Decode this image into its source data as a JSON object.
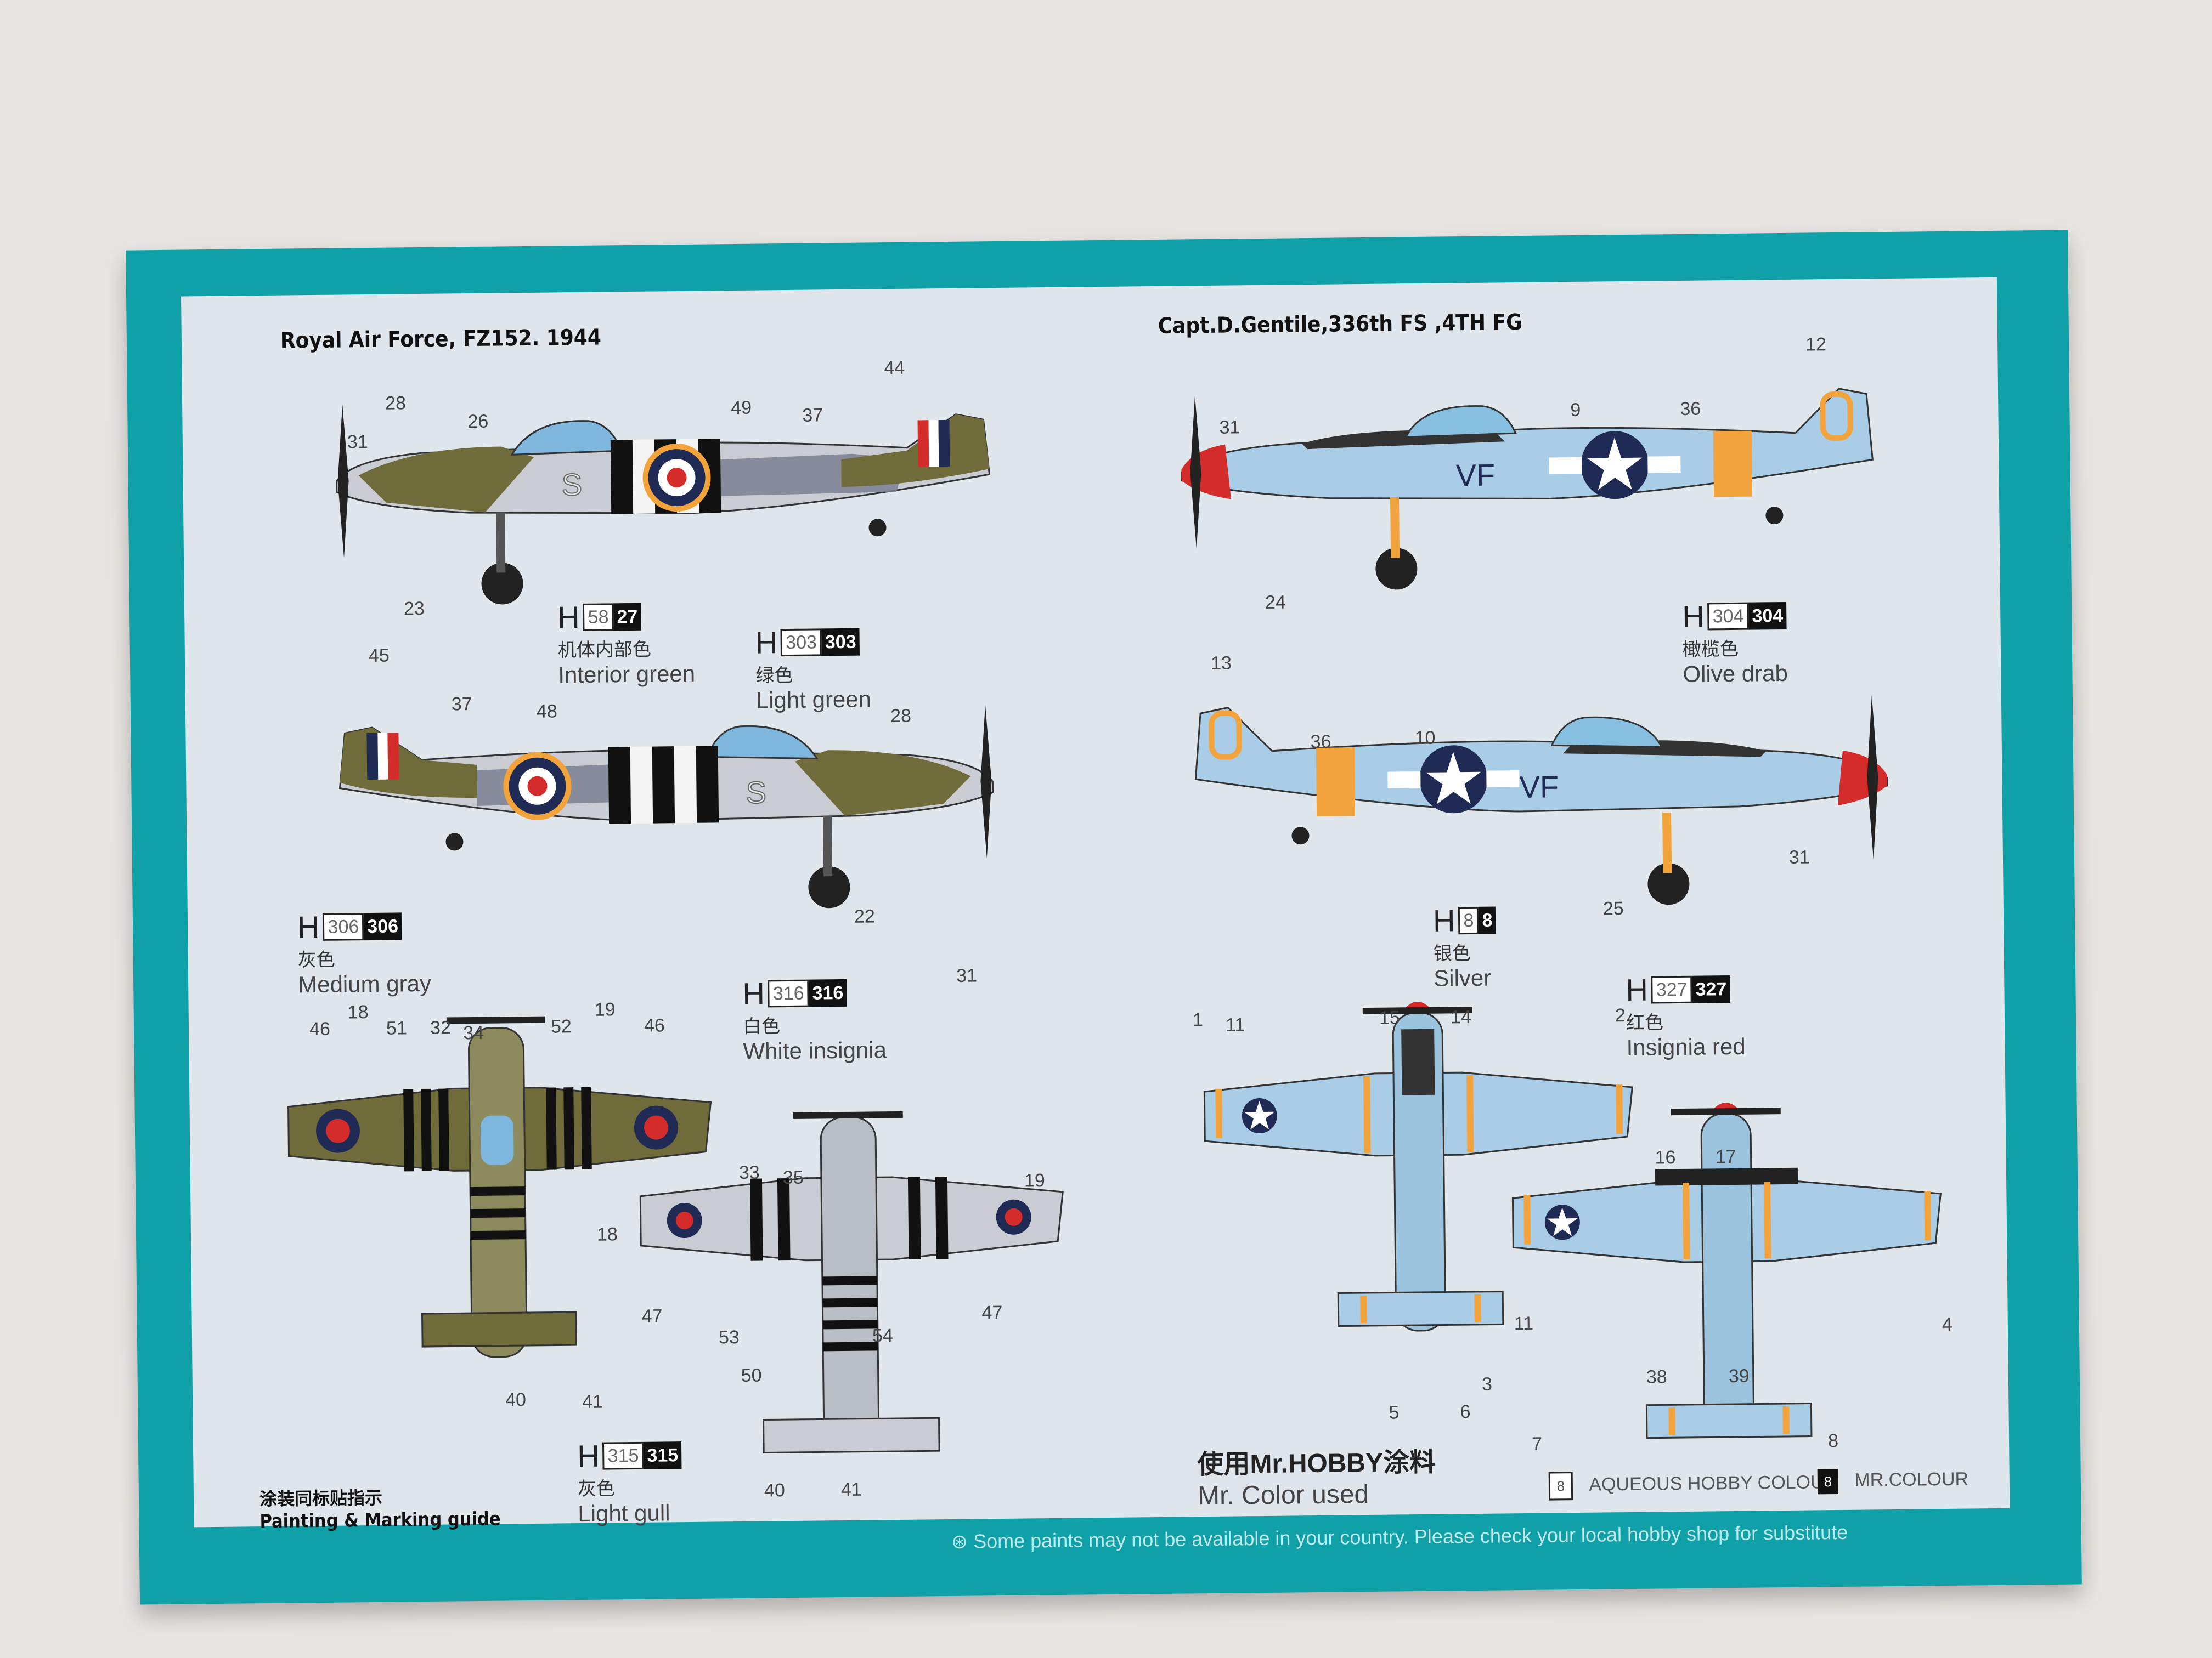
{
  "left_profile": {
    "title": "Royal Air Force, FZ152. 1944",
    "numbers_top": [
      "31",
      "28",
      "26",
      "49",
      "37",
      "44"
    ],
    "numbers_bottom": [
      "23"
    ],
    "paint_1": {
      "h": "H",
      "code_white": "58",
      "code_black": "27",
      "cn": "机体内部色",
      "en": "Interior green"
    },
    "paint_2": {
      "h": "H",
      "code_white": "303",
      "code_black": "303",
      "cn": "绿色",
      "en": "Light green"
    }
  },
  "left_profile_2": {
    "numbers": [
      "45",
      "37",
      "48",
      "28",
      "22",
      "31"
    ],
    "paint": {
      "h": "H",
      "code_white": "306",
      "code_black": "306",
      "cn": "灰色",
      "en": "Medium gray"
    },
    "paint_white": {
      "h": "H",
      "code_white": "316",
      "code_black": "316",
      "cn": "白色",
      "en": "White insignia"
    },
    "code_letter": "S"
  },
  "left_plan": {
    "numbers_upper": [
      "46",
      "18",
      "51",
      "32",
      "34",
      "52",
      "19",
      "46"
    ],
    "numbers_lower": [
      "33",
      "35",
      "19",
      "18",
      "47",
      "53",
      "54",
      "47",
      "50",
      "40",
      "41",
      "40",
      "41"
    ],
    "paint": {
      "h": "H",
      "code_white": "315",
      "code_black": "315",
      "cn": "灰色",
      "en": "Light gull"
    }
  },
  "right_profile": {
    "title": "Capt.D.Gentile,336th FS ,4TH FG",
    "numbers": [
      "31",
      "9",
      "36",
      "12",
      "24"
    ],
    "paint": {
      "h": "H",
      "code_white": "304",
      "code_black": "304",
      "cn": "橄榄色",
      "en": "Olive drab"
    },
    "code_letters": "VF"
  },
  "right_profile_2": {
    "numbers": [
      "13",
      "36",
      "10",
      "31",
      "25"
    ],
    "paint_silver": {
      "h": "H",
      "code_white": "8",
      "code_black": "8",
      "cn": "银色",
      "en": "Silver"
    },
    "paint_red": {
      "h": "H",
      "code_white": "327",
      "code_black": "327",
      "cn": "红色",
      "en": "Insignia red"
    }
  },
  "right_plan": {
    "numbers": [
      "1",
      "11",
      "15",
      "14",
      "2",
      "16",
      "17",
      "3",
      "11",
      "38",
      "39",
      "4",
      "5",
      "6",
      "7",
      "8"
    ]
  },
  "bottom": {
    "guide_cn": "涂装同标贴指示",
    "guide_en": "Painting & Marking guide",
    "used_cn": "使用Mr.HOBBY涂料",
    "used_en": "Mr. Color used",
    "legend_1_box": "8",
    "legend_1": "AQUEOUS HOBBY COLOUR",
    "legend_2_box": "8",
    "legend_2": "MR.COLOUR",
    "footer_note": "Some paints may not be available in your country. Please check your local hobby shop for substitute"
  },
  "colors": {
    "teal": "#10a0a8",
    "panel": "#dfe6ec",
    "olive": "#6f6b3a",
    "gray": "#8d93a1",
    "lightblue": "#a9cde6",
    "orange": "#f3a33b",
    "red": "#d42b2b"
  }
}
